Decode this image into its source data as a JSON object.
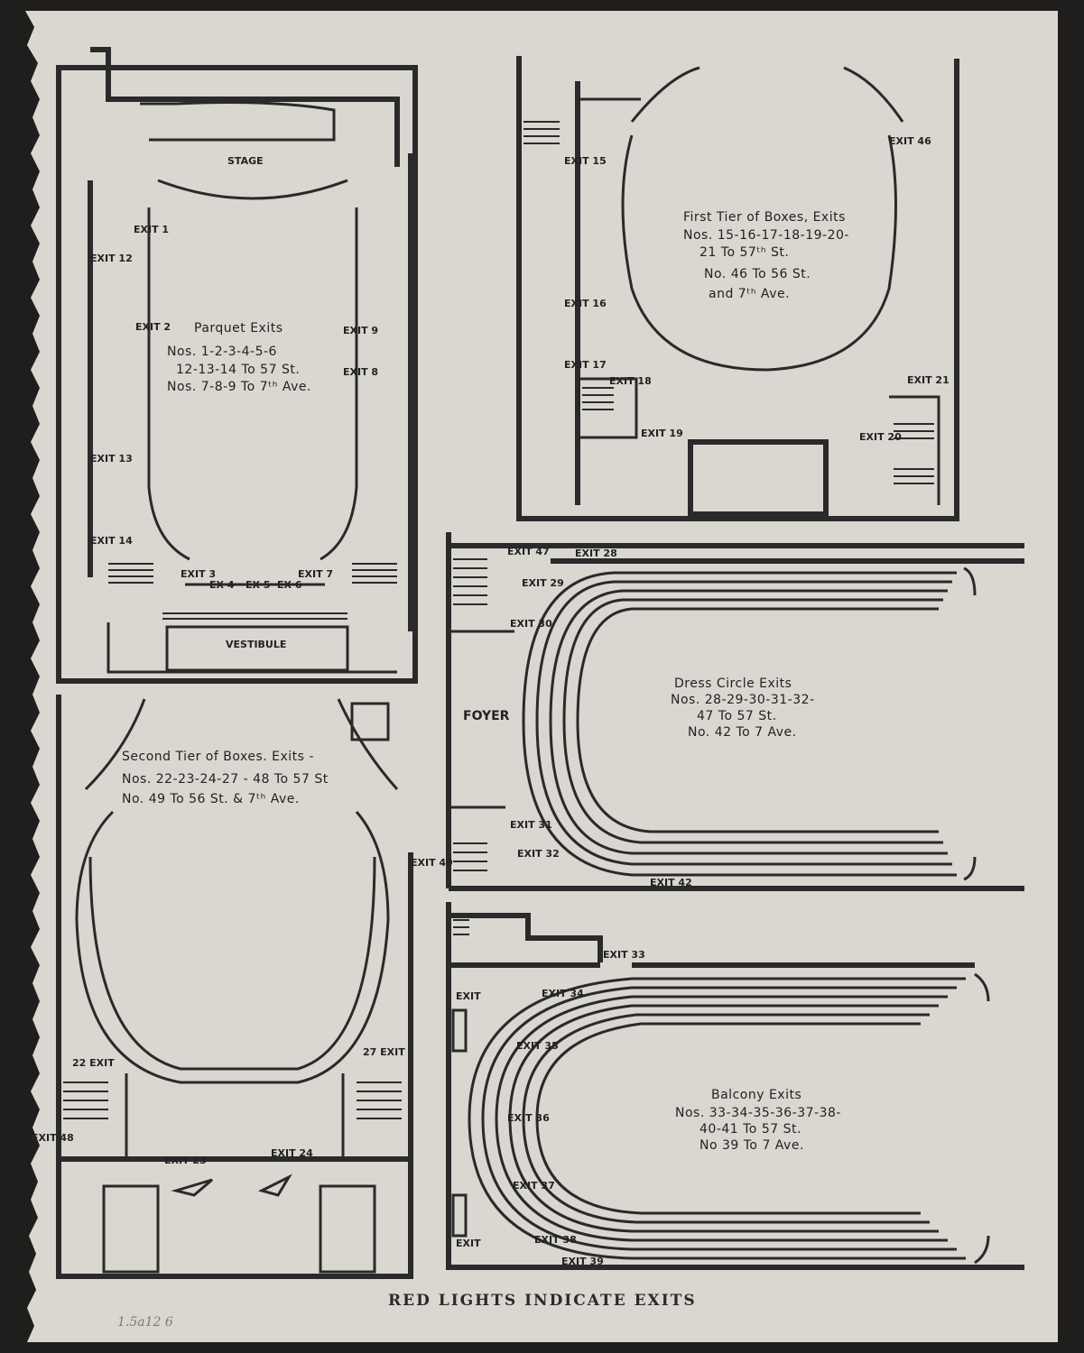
{
  "parquet": {
    "stage": "STAGE",
    "vestibule": "VESTIBULE",
    "title": "Parquet Exits",
    "line1": "Nos. 1-2-3-4-5-6",
    "line2": "12-13-14 To 57 St.",
    "line3": "Nos. 7-8-9 To 7ᵗʰ Ave.",
    "exits": [
      "EXIT 1",
      "EXIT 2",
      "EXIT 3",
      "EX 4",
      "EX 5",
      "EX 6",
      "EXIT 7",
      "EXIT 8",
      "EXIT 9",
      "EXIT 12",
      "EXIT 13",
      "EXIT 14"
    ]
  },
  "first_tier": {
    "title": "First Tier of Boxes, Exits",
    "line1": "Nos. 15-16-17-18-19-20-",
    "line2": "21 To 57ᵗʰ St.",
    "line3": "No. 46 To 56 St.",
    "line4": "and 7ᵗʰ Ave.",
    "exits": [
      "EXIT 15",
      "EXIT 16",
      "EXIT 17",
      "EXIT 18",
      "EXIT 19",
      "EXIT 20",
      "EXIT 21",
      "EXIT 46"
    ]
  },
  "dress_circle": {
    "foyer": "FOYER",
    "title": "Dress Circle Exits",
    "line1": "Nos. 28-29-30-31-32-",
    "line2": "47 To 57 St.",
    "line3": "No. 42 To 7 Ave.",
    "exits": [
      "EXIT 47",
      "EXIT 28",
      "EXIT 29",
      "EXIT 30",
      "EXIT 31",
      "EXIT 32",
      "EXIT 42"
    ]
  },
  "second_tier": {
    "title": "Second Tier of Boxes. Exits -",
    "line1": "Nos. 22-23-24-27 - 48 To 57 St",
    "line2": "No. 49 To 56 St. & 7ᵗʰ Ave.",
    "exits": [
      "22 EXIT",
      "EXIT 23",
      "EXIT 24",
      "27 EXIT",
      "EXIT 48",
      "EXIT 49"
    ]
  },
  "balcony": {
    "title": "Balcony Exits",
    "line1": "Nos. 33-34-35-36-37-38-",
    "line2": "40-41 To 57 St.",
    "line3": "No 39 To 7 Ave.",
    "exits": [
      "EXIT 33",
      "EXIT 34",
      "EXIT 35",
      "EXIT 36",
      "EXIT 37",
      "EXIT 38",
      "EXIT 39",
      "EXIT",
      "EXIT"
    ]
  },
  "caption": "RED LIGHTS INDICATE EXITS",
  "pencil_note": "1.5a12 6",
  "colors": {
    "paper": "#d9d7d0",
    "ink": "#2a2a2a",
    "background": "#1f1e1c"
  }
}
